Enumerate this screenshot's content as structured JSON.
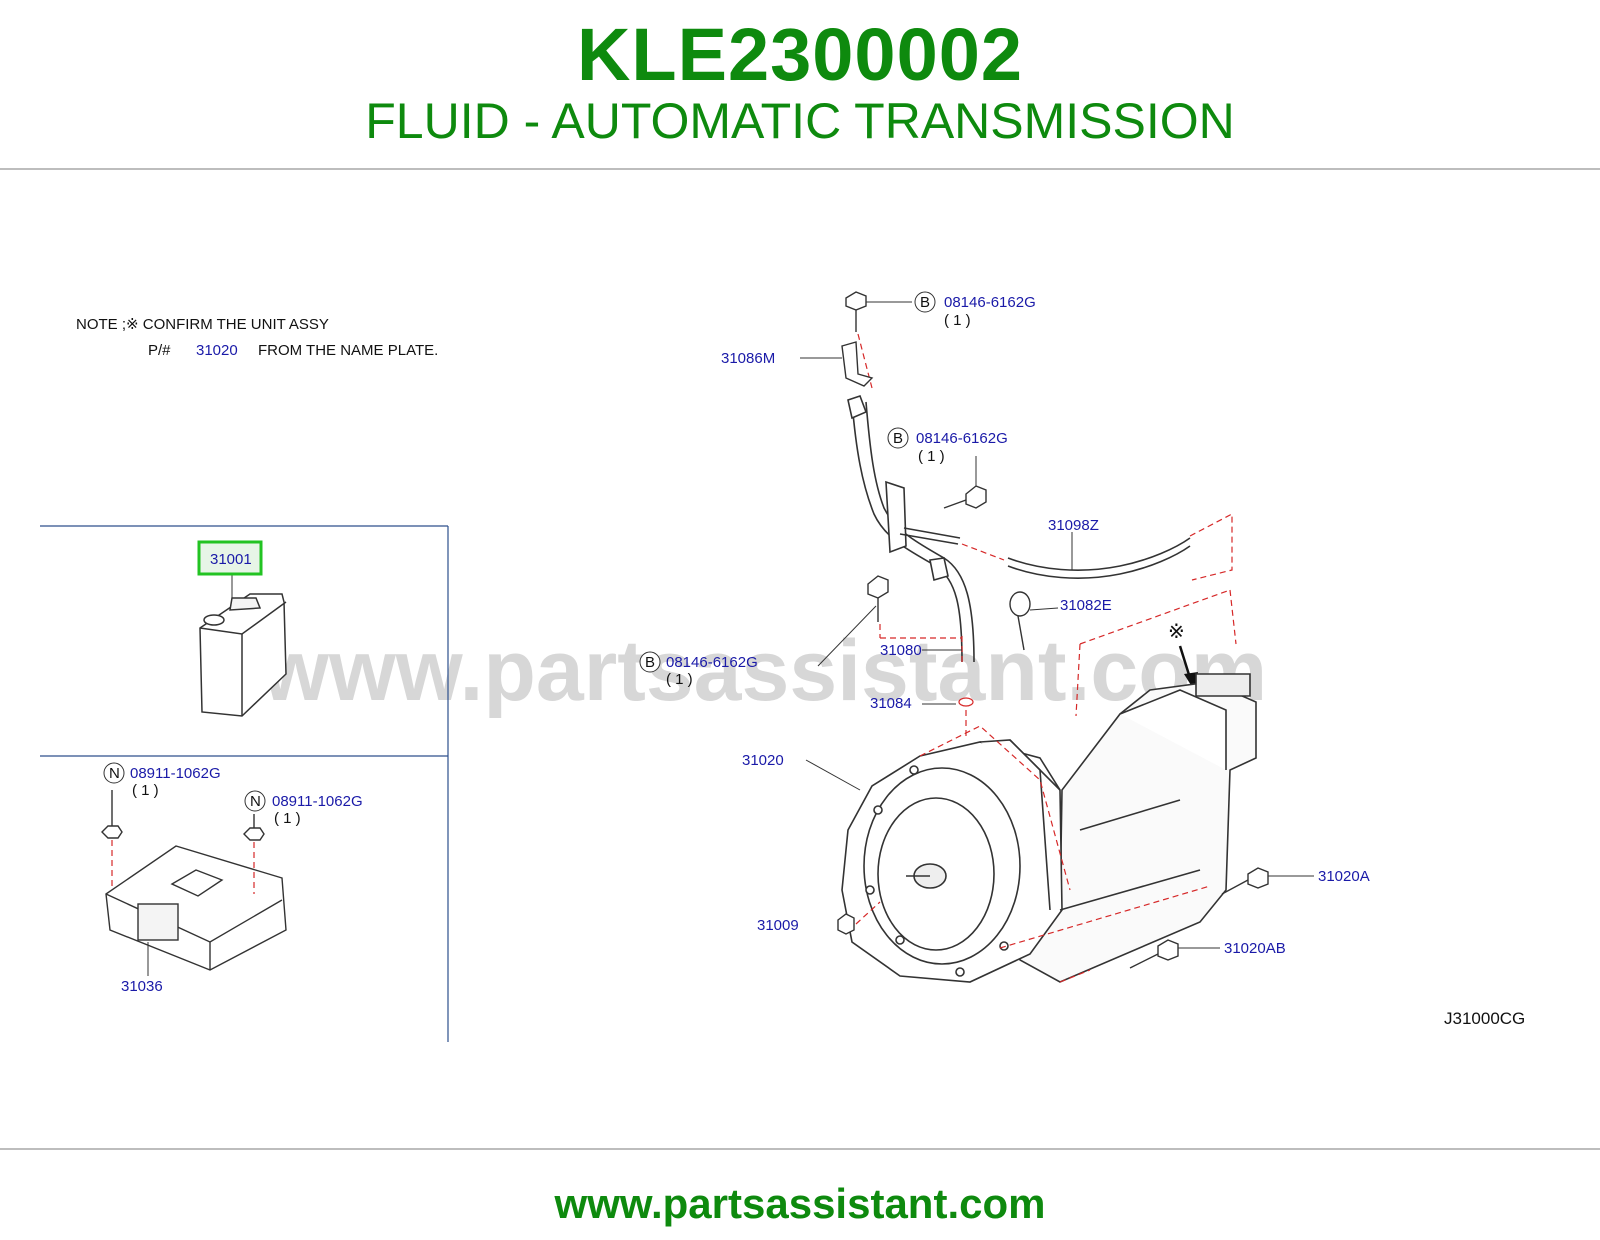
{
  "header": {
    "title": "KLE2300002",
    "subtitle": "FLUID - AUTOMATIC TRANSMISSION"
  },
  "footer": {
    "url": "www.partsassistant.com"
  },
  "watermark": "www.partsassistant.com",
  "note": {
    "line1": "NOTE  ;※ CONFIRM   THE   UNIT   ASSY",
    "pn_prefix": "P/#",
    "pn": "31020",
    "line2_suffix": "FROM   THE   NAME   PLATE."
  },
  "parts": {
    "p31001": "31001",
    "p31036": "31036",
    "n1_circle": "N",
    "n1_code": "08911-1062G",
    "n1_qty": "(  1   )",
    "n2_circle": "N",
    "n2_code": "08911-1062G",
    "n2_qty": "(  1   )",
    "b1_circle": "B",
    "b1_code": "08146-6162G",
    "b1_qty": "(  1   )",
    "b2_circle": "B",
    "b2_code": "08146-6162G",
    "b2_qty": "(  1   )",
    "b3_circle": "B",
    "b3_code": "08146-6162G",
    "b3_qty": "(  1   )",
    "p31086M": "31086M",
    "p31098Z": "31098Z",
    "p31082E": "31082E",
    "p31080": "31080",
    "p31084": "31084",
    "p31020": "31020",
    "p31009": "31009",
    "p31020A": "31020A",
    "p31020AB": "31020AB",
    "asterisk": "※"
  },
  "figure_code": "J31000CG",
  "colors": {
    "brand_green": "#0e8a0e",
    "label_blue": "#1a1aa8",
    "leader_red": "#d62828",
    "frame_blue": "#2d4f8c",
    "highlight_green": "#22c322"
  }
}
